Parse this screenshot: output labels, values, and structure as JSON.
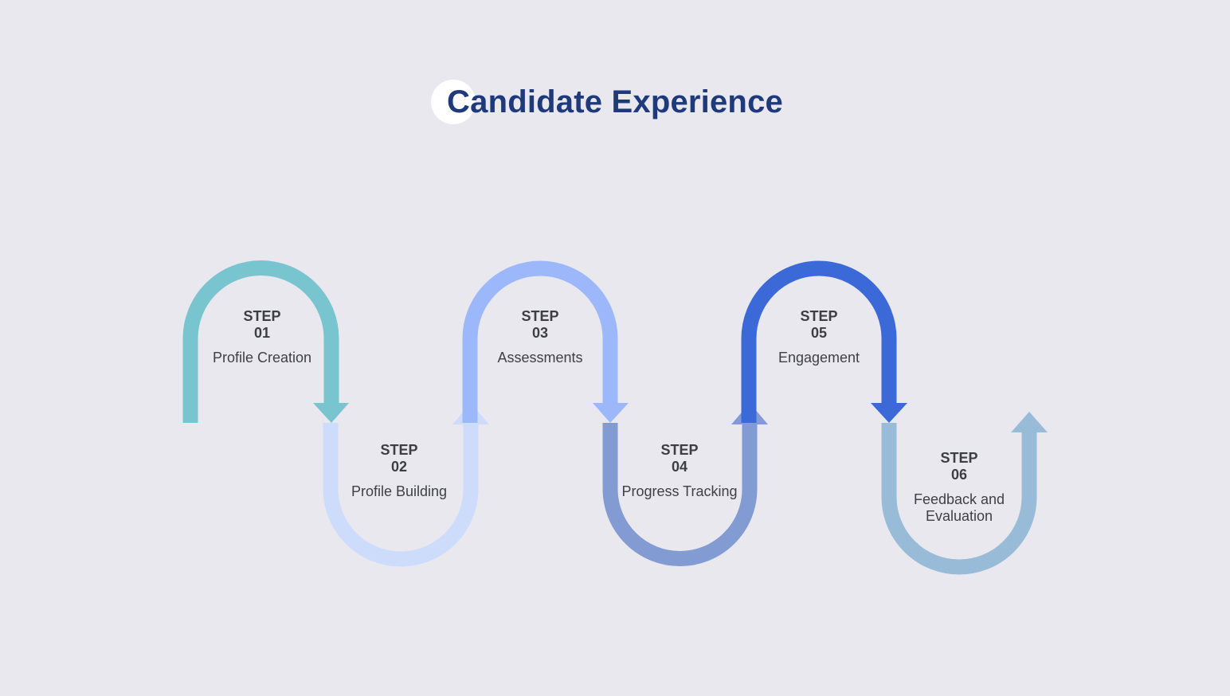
{
  "title": "Candidate Experience",
  "colors": {
    "background": "#e9e8ef",
    "title": "#1f3a7a",
    "step1": "#78c4cf",
    "step2": "#cddcfb",
    "step3": "#9cb8fb",
    "step4": "#839bd3",
    "step5": "#3b6ad8",
    "step6": "#98bcd8"
  },
  "steps": [
    {
      "step": "STEP",
      "number": "01",
      "label": "Profile Creation"
    },
    {
      "step": "STEP",
      "number": "02",
      "label": "Profile Building"
    },
    {
      "step": "STEP",
      "number": "03",
      "label": "Assessments"
    },
    {
      "step": "STEP",
      "number": "04",
      "label": "Progress Tracking"
    },
    {
      "step": "STEP",
      "number": "05",
      "label": "Engagement"
    },
    {
      "step": "STEP",
      "number": "06",
      "label": "Feedback and Evaluation"
    }
  ]
}
